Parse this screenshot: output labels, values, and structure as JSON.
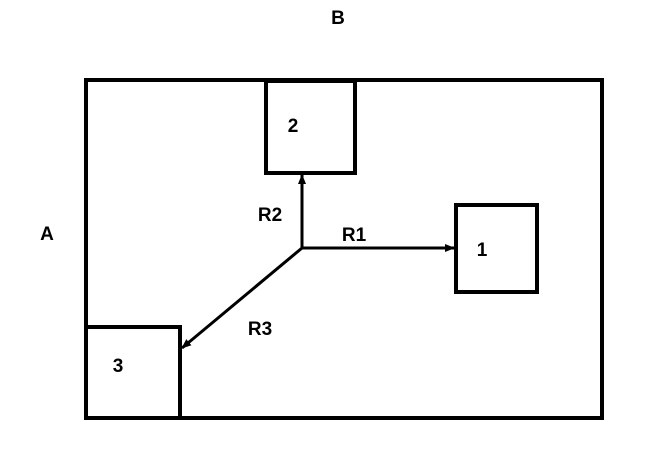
{
  "diagram": {
    "labels": {
      "top": "B",
      "left": "A"
    },
    "boxes": [
      {
        "id": "1",
        "label": "1"
      },
      {
        "id": "2",
        "label": "2"
      },
      {
        "id": "3",
        "label": "3"
      }
    ],
    "arrows": [
      {
        "id": "R1",
        "label": "R1",
        "to": "1"
      },
      {
        "id": "R2",
        "label": "R2",
        "to": "2"
      },
      {
        "id": "R3",
        "label": "R3",
        "to": "3"
      }
    ],
    "colors": {
      "stroke": "#000000",
      "background": "#ffffff"
    }
  }
}
